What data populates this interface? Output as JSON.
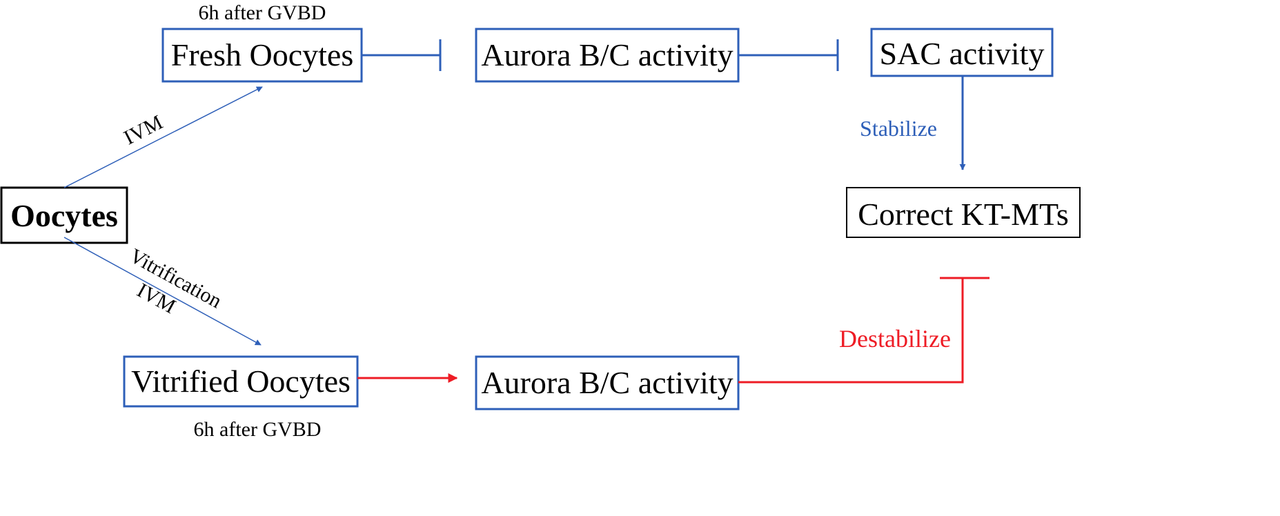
{
  "colors": {
    "blue": "#2e5fb8",
    "red": "#ee1c25",
    "black": "#000000"
  },
  "nodes": {
    "oocytes": "Oocytes",
    "fresh": "Fresh Oocytes",
    "vitrified": "Vitrified Oocytes",
    "aurora_top": "Aurora B/C activity",
    "aurora_bottom": "Aurora B/C activity",
    "sac": "SAC activity",
    "correct": "Correct KT-MTs"
  },
  "captions": {
    "fresh_time": "6h after GVBD",
    "vitrified_time": "6h after GVBD"
  },
  "edge_labels": {
    "ivm_top": "IVM",
    "vitrification": "Vitrification",
    "ivm_bottom": "IVM",
    "stabilize": "Stabilize",
    "destabilize": "Destabilize"
  }
}
